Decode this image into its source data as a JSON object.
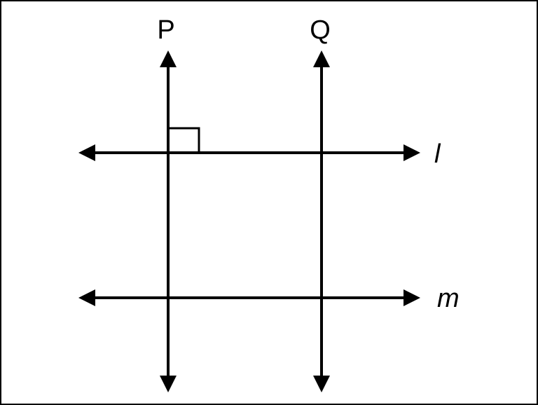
{
  "labels": {
    "P": "P",
    "Q": "Q",
    "l": "l",
    "m": "m"
  },
  "relations": {
    "right_angle_mark": "P ⊥ l"
  },
  "colors": {
    "stroke": "#000000",
    "background": "#ffffff"
  }
}
